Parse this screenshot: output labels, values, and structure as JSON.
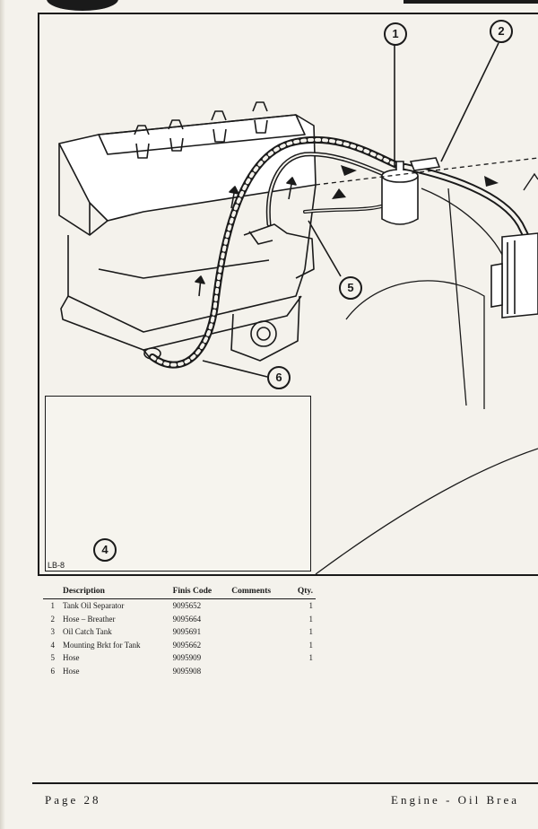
{
  "figure": {
    "inset_label": "LB-8",
    "callouts": [
      "1",
      "2",
      "4",
      "5",
      "6"
    ]
  },
  "parts_table": {
    "headers": {
      "description": "Description",
      "code": "Finis Code",
      "comments": "Comments",
      "qty": "Qty."
    },
    "rows": [
      {
        "num": "1",
        "description": "Tank Oil Separator",
        "code": "9095652",
        "comments": "",
        "qty": "1"
      },
      {
        "num": "2",
        "description": "Hose – Breather",
        "code": "9095664",
        "comments": "",
        "qty": "1"
      },
      {
        "num": "3",
        "description": "Oil Catch Tank",
        "code": "9095691",
        "comments": "",
        "qty": "1"
      },
      {
        "num": "4",
        "description": "Mounting Brkt for Tank",
        "code": "9095662",
        "comments": "",
        "qty": "1"
      },
      {
        "num": "5",
        "description": "Hose",
        "code": "9095909",
        "comments": "",
        "qty": "1"
      },
      {
        "num": "6",
        "description": "Hose",
        "code": "9095908",
        "comments": "",
        "qty": ""
      }
    ]
  },
  "footer": {
    "page": "Page 28",
    "section": "Engine - Oil Brea"
  },
  "colors": {
    "ink": "#1a1a1a",
    "paper": "#f4f2ec"
  }
}
